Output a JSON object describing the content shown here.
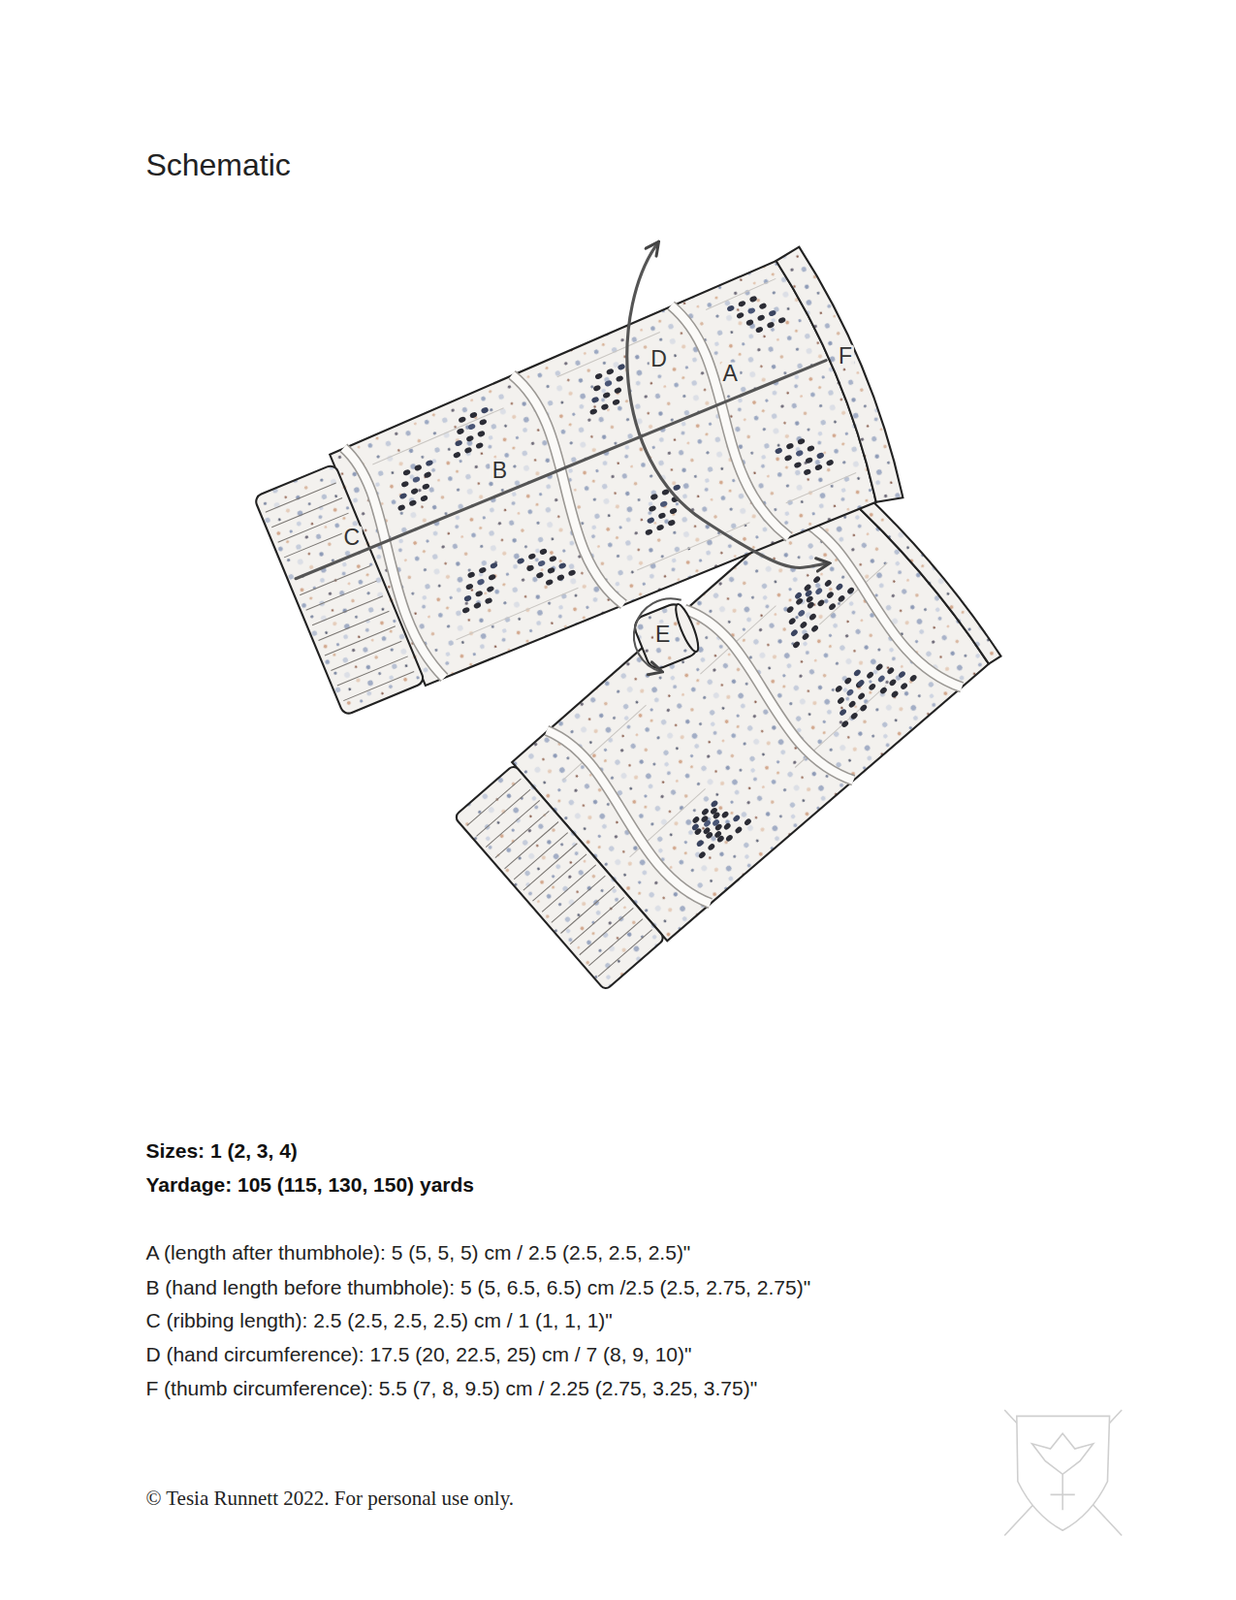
{
  "diagram": {
    "title": "Schematic",
    "labels": [
      "D",
      "F",
      "A",
      "B",
      "C",
      "E",
      "Sizes: 1 (2, 3, 4)",
      "Yardage: 105 (115, 130, 150) yards",
      "A (length after thumbhole): 5 (5, 5, 5) cm / 2.5 (2.5, 2.5, 2.5)\"",
      "B (hand length before thumbhole): 5 (5, 6.5, 6.5) cm /2.5 (2.5, 2.75, 2.75)\"",
      "C (ribbing length): 2.5 (2.5, 2.5, 2.5) cm / 1 (1, 1, 1)\"",
      "D (hand circumference): 17.5 (20, 22.5, 25) cm / 7 (8, 9, 10)\"",
      "F (thumb circumference): 5.5 (7, 8, 9.5) cm / 2.25 (2.75, 3.25, 3.75)\"",
      "© Tesia Runnett 2022. For personal use only."
    ]
  }
}
